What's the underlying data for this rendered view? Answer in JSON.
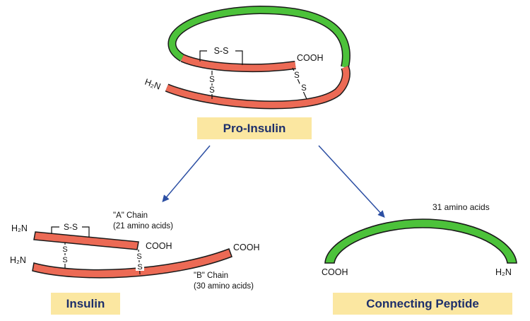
{
  "labels": {
    "proinsulin": "Pro-Insulin",
    "insulin": "Insulin",
    "connecting_peptide": "Connecting Peptide"
  },
  "chem": {
    "ss": "S-S",
    "s": "S",
    "cooh": "COOH",
    "h2n": "H₂N"
  },
  "chains": {
    "a_chain": "\"A\" Chain",
    "a_count": "(21 amino acids)",
    "b_chain": "\"B\" Chain",
    "b_count": "(30 amino acids)",
    "peptide_count": "31 amino acids"
  },
  "colors": {
    "green_chain": "#4cc23a",
    "red_chain": "#ec6a55",
    "label_box": "#fbe7a1",
    "label_text": "#1d2f6b",
    "arrow": "#2c4fa3"
  }
}
